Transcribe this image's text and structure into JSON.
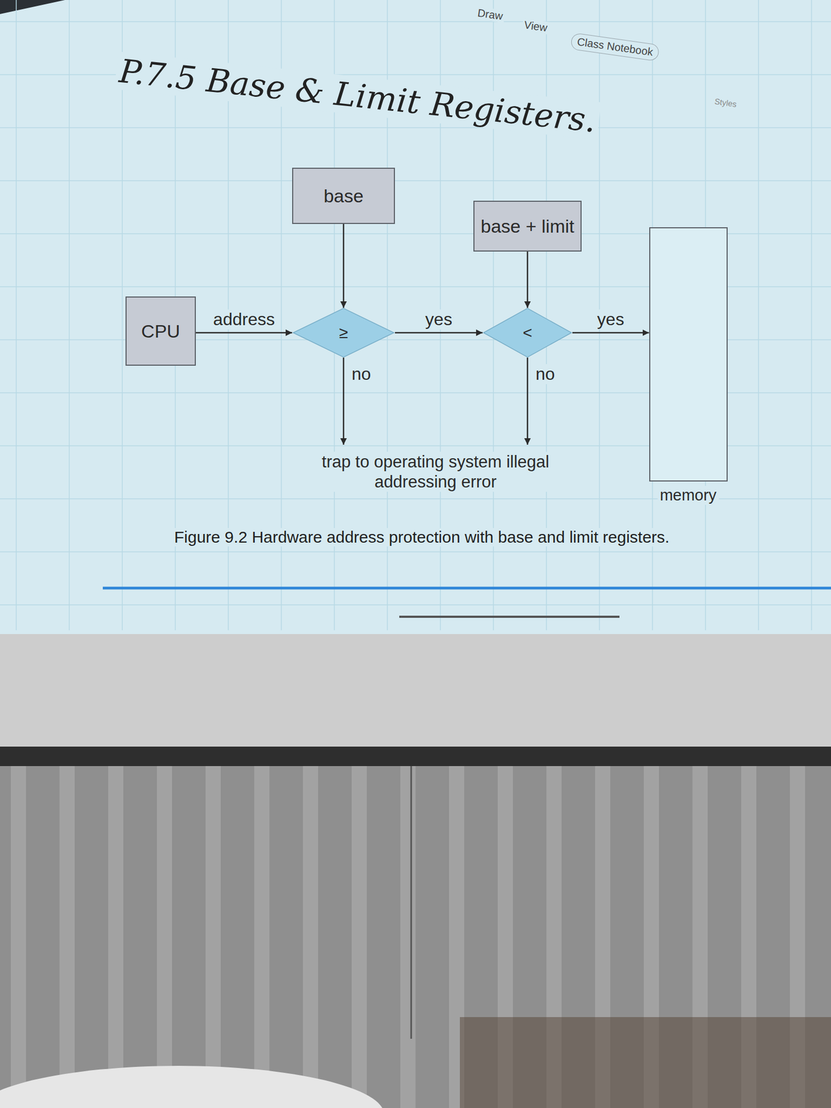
{
  "diagram": {
    "title": "P.7.5 Base & Limit Registers.",
    "caption": "Figure 9.2 Hardware address protection with base and limit registers.",
    "nodes": [
      {
        "text": [
          "base"
        ]
      },
      {
        "text": [
          "base + limit"
        ]
      },
      {
        "text": [
          "CPU"
        ]
      },
      {
        "text": [
          "≥"
        ]
      },
      {
        "text": [
          "<"
        ]
      },
      {
        "text": [
          "trap to operating system illegal addressing error"
        ]
      },
      {
        "text": [
          "memory"
        ]
      }
    ],
    "edges": [
      {
        "from": 2,
        "to": 3,
        "label": "address",
        "arrow": "to"
      },
      {
        "from": 0,
        "to": 3,
        "arrow": "to"
      },
      {
        "from": 3,
        "to": 4,
        "label": "yes",
        "arrow": "to"
      },
      {
        "from": 1,
        "to": 4,
        "arrow": "to"
      },
      {
        "from": 4,
        "to": 6,
        "label": "yes",
        "arrow": "to"
      },
      {
        "from": 3,
        "to": 5,
        "label": "no",
        "arrow": "to"
      },
      {
        "from": 4,
        "to": 5,
        "label": "no",
        "arrow": "to"
      }
    ],
    "labels": [
      "Draw",
      "View",
      "Class Notebook",
      "Styles"
    ]
  }
}
